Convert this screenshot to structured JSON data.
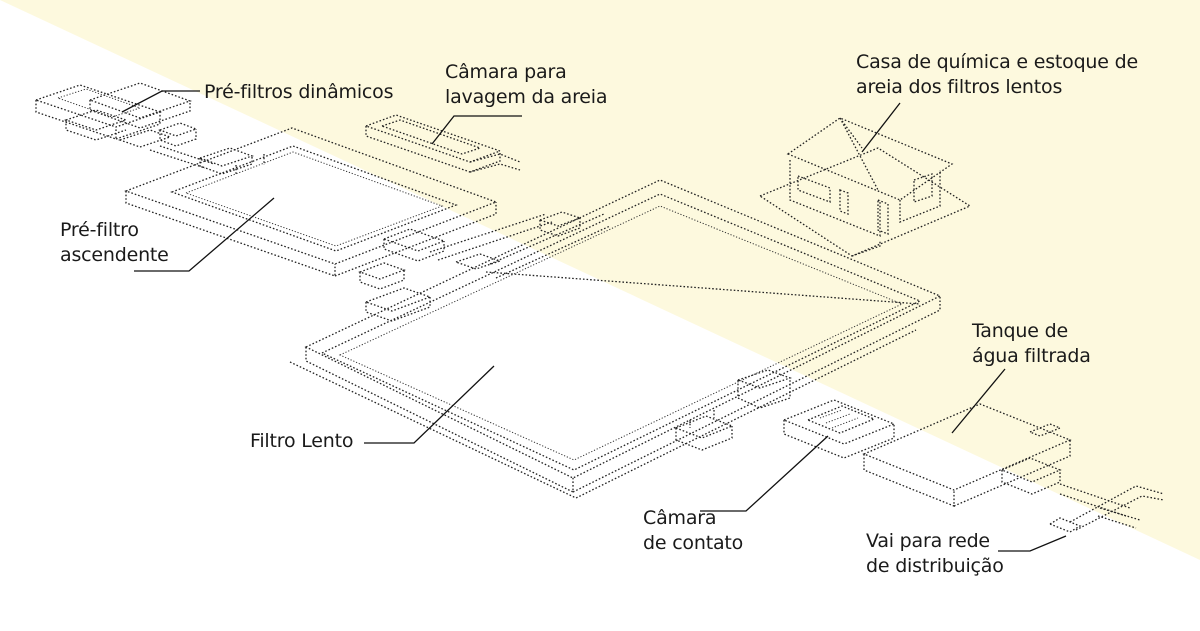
{
  "background": {
    "base": "#ffffff",
    "tint": "#fdf9de"
  },
  "labels": {
    "pre_filtros_dinamicos": "Pré-filtros dinâmicos",
    "camara_lavagem": "Câmara para\nlavagem da areia",
    "casa_quimica": "Casa de química e estoque de\nareia dos filtros lentos",
    "pre_filtro_ascendente": "Pré-filtro\nascendente",
    "tanque_agua": "Tanque de\nágua filtrada",
    "filtro_lento": "Filtro Lento",
    "camara_contato": "Câmara\nde contato",
    "rede_distribuicao": "Vai para rede\nde distribuição"
  }
}
